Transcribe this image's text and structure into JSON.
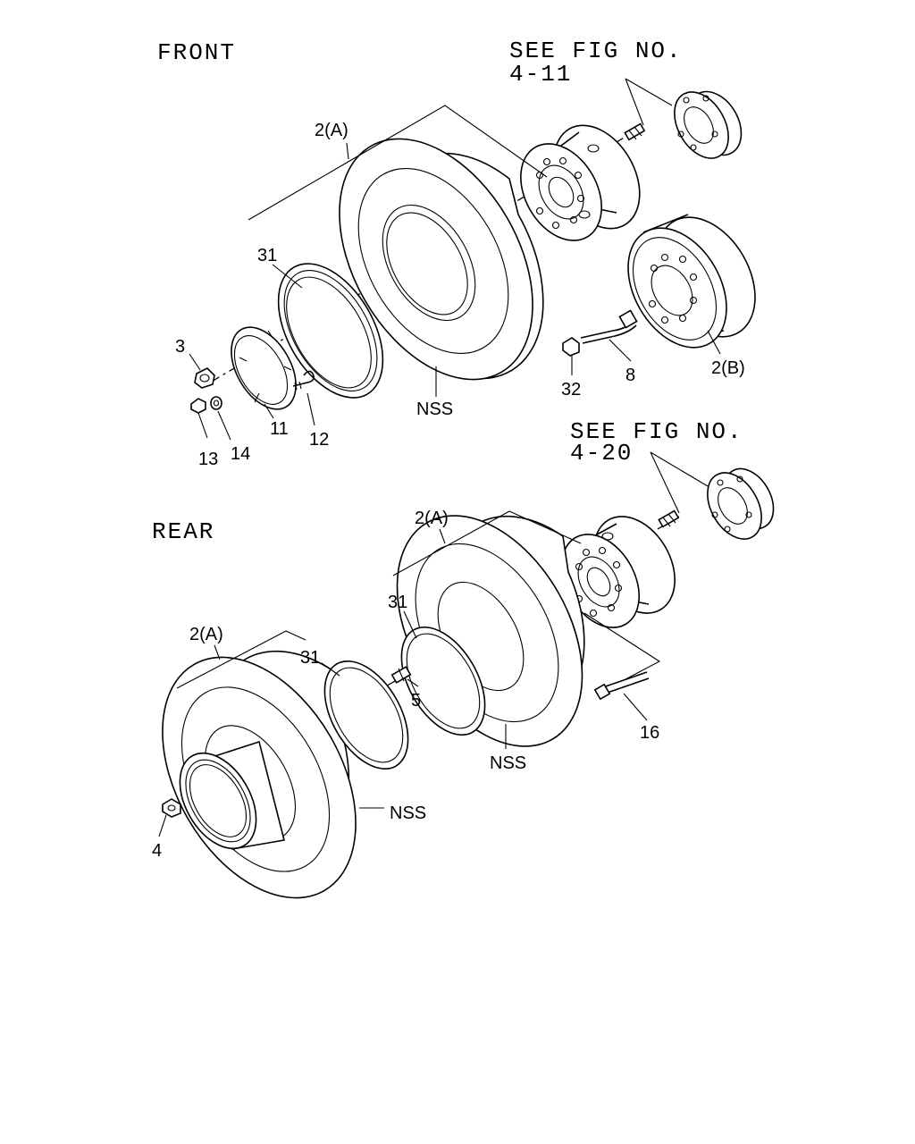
{
  "sections": {
    "front": "FRONT",
    "rear": "REAR"
  },
  "references": {
    "front_see": "SEE FIG NO.",
    "front_fig": "4-11",
    "rear_see": "SEE FIG NO.",
    "rear_fig": "4-20"
  },
  "callouts": {
    "front_2a": "2(A)",
    "front_31": "31",
    "front_3": "3",
    "front_13": "13",
    "front_14": "14",
    "front_11": "11",
    "front_12": "12",
    "front_nss": "NSS",
    "front_32": "32",
    "front_8": "8",
    "front_2b": "2(B)",
    "rear_2a_inner": "2(A)",
    "rear_31_inner": "31",
    "rear_16": "16",
    "rear_nss_inner": "NSS",
    "rear_5": "5",
    "rear_2a_outer": "2(A)",
    "rear_31_outer": "31",
    "rear_nss_outer": "NSS",
    "rear_4": "4"
  }
}
